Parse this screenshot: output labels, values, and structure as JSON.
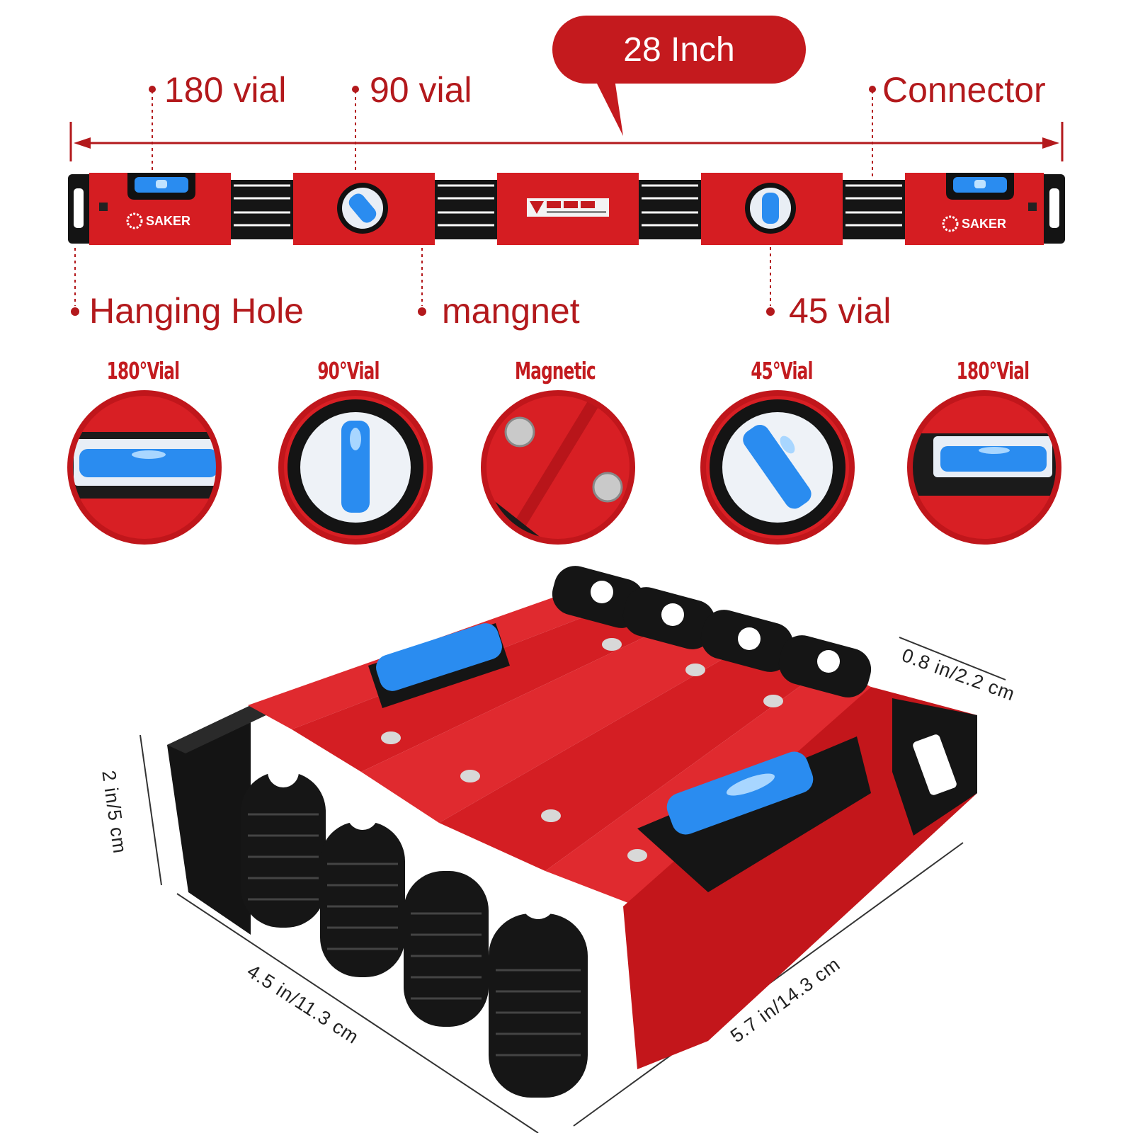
{
  "header": {
    "length_label": "28 Inch"
  },
  "callouts": {
    "vial_180": "180 vial",
    "vial_90": "90 vial",
    "connector": "Connector",
    "hanging_hole": "Hanging Hole",
    "magnet": "mangnet",
    "vial_45": "45 vial"
  },
  "level": {
    "brand_left": "SAKER",
    "brand_right": "SAKER",
    "body_color": "#d51d22",
    "joint_color": "#111111",
    "vial_color": "#2a8cf0"
  },
  "details": [
    {
      "title": "180°Vial",
      "icon": "horizontal-vial"
    },
    {
      "title": "90°Vial",
      "icon": "vertical-vial"
    },
    {
      "title": "Magnetic",
      "icon": "magnets"
    },
    {
      "title": "45°Vial",
      "icon": "angled-vial"
    },
    {
      "title": "180°Vial",
      "icon": "horizontal-vial"
    }
  ],
  "dimensions": {
    "depth": "0.8 in/2.2 cm",
    "height": "2 in/5 cm",
    "width": "4.5 in/11.3 cm",
    "length": "5.7 in/14.3 cm"
  }
}
